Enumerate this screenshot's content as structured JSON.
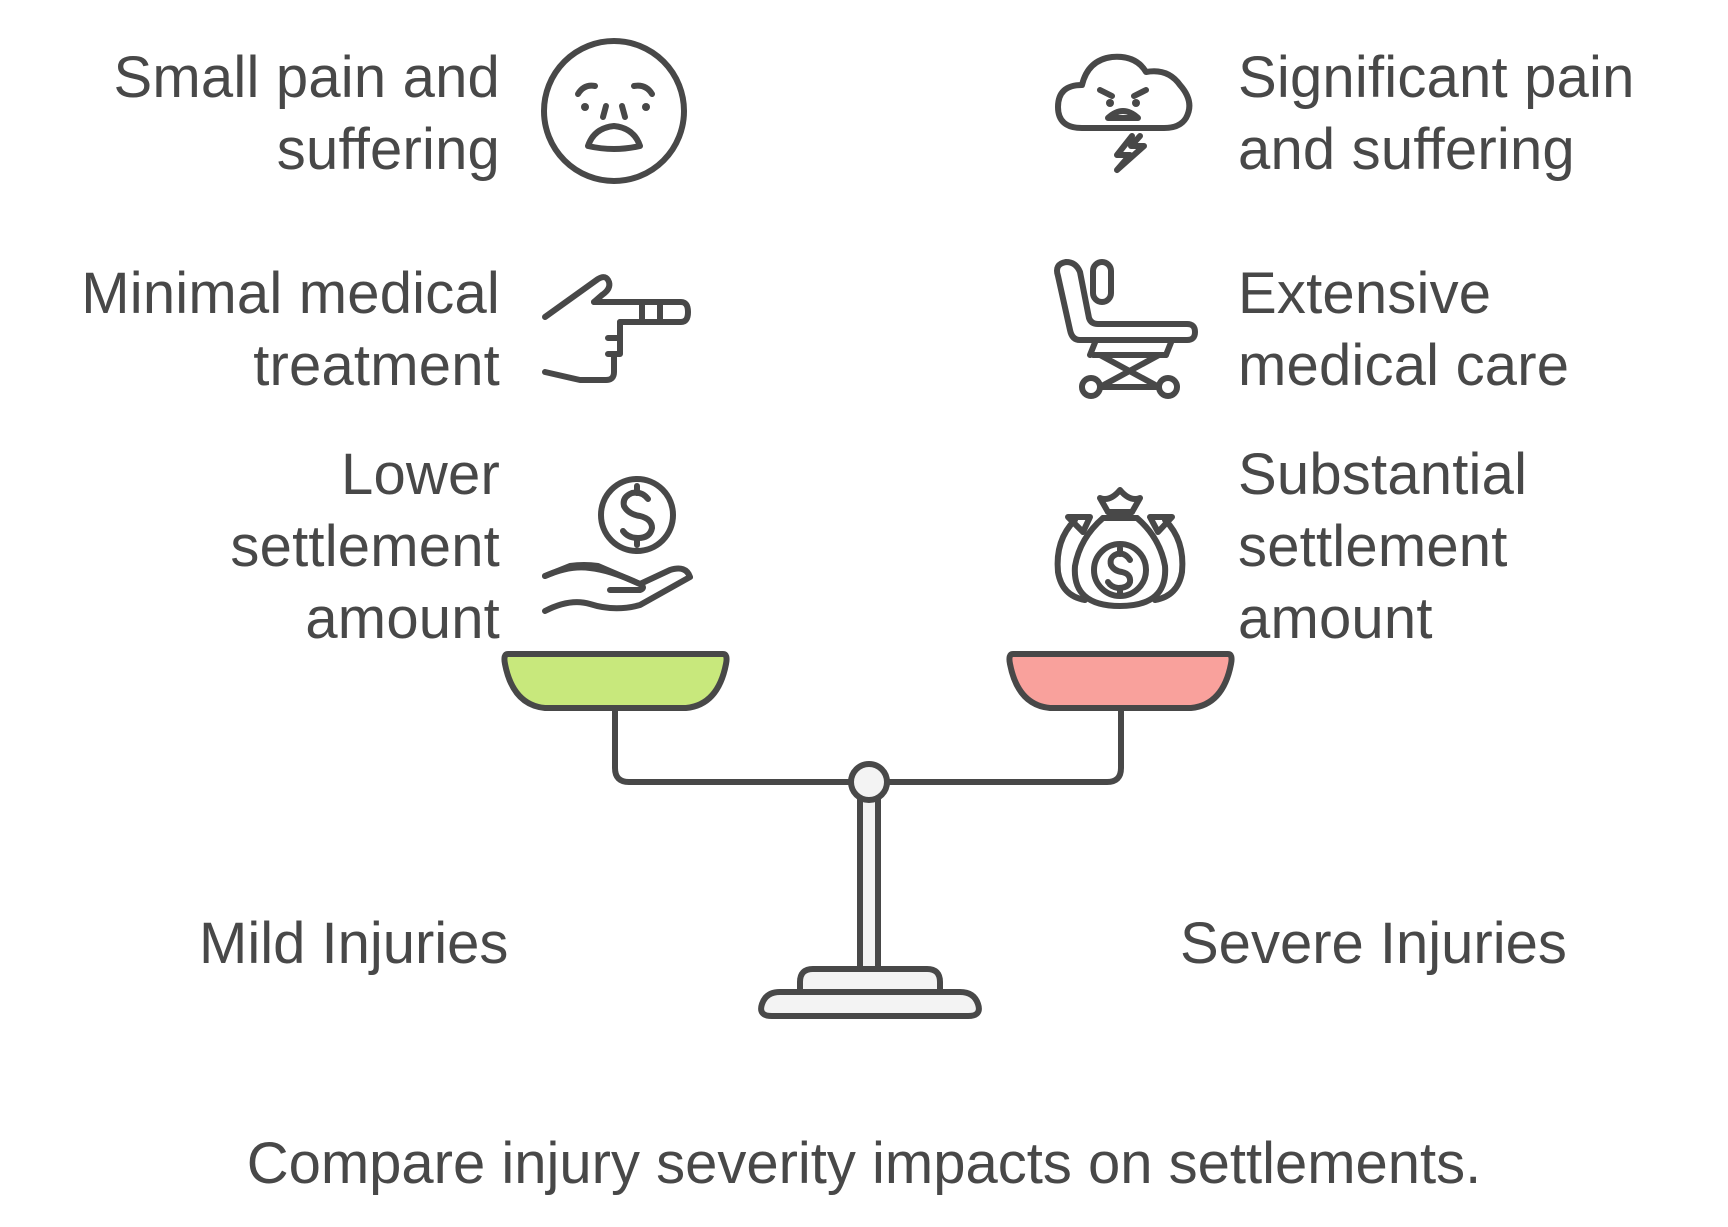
{
  "left": {
    "title": "Mild Injuries",
    "items": [
      {
        "text": "Small pain and\nsuffering",
        "icon": "sad-face-icon"
      },
      {
        "text": "Minimal medical\ntreatment",
        "icon": "pointing-hand-icon"
      },
      {
        "text": "Lower\nsettlement\namount",
        "icon": "hand-coin-icon"
      }
    ],
    "pan_color": "#c8e87c"
  },
  "right": {
    "title": "Severe Injuries",
    "items": [
      {
        "text": "Significant pain\nand suffering",
        "icon": "storm-cloud-icon"
      },
      {
        "text": "Extensive\nmedical care",
        "icon": "hospital-stretcher-icon"
      },
      {
        "text": "Substantial\nsettlement\namount",
        "icon": "money-bags-icon"
      }
    ],
    "pan_color": "#f9a19c"
  },
  "caption": "Compare injury severity impacts on settlements.",
  "colors": {
    "stroke": "#484848",
    "base_fill": "#f3f3f3"
  }
}
